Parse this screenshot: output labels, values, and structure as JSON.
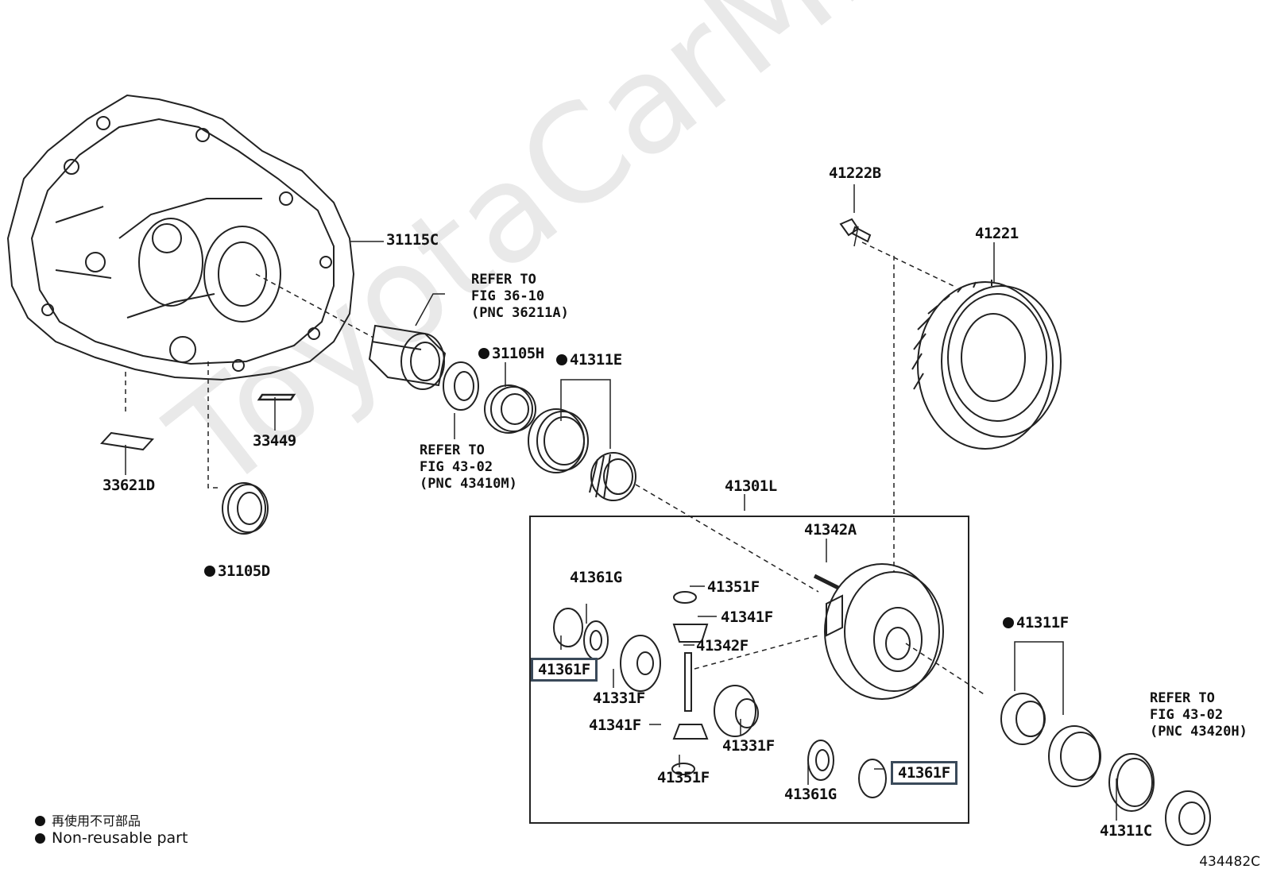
{
  "watermark": "ToyotaCarMine.ru",
  "figure_number": "434482C",
  "legend": {
    "line_jp": "再使用不可部品",
    "line_en": "Non-reusable part"
  },
  "parts": {
    "p31115C": "31115C",
    "p33621D": "33621D",
    "p33449": "33449",
    "p31105D": "31105D",
    "p31105H": "31105H",
    "p41311E": "41311E",
    "p41222B": "41222B",
    "p41221": "41221",
    "p41301L": "41301L",
    "p41342A": "41342A",
    "p41361G_top": "41361G",
    "p41351F_top": "41351F",
    "p41341F_top": "41341F",
    "p41342F": "41342F",
    "p41361F_left": "41361F",
    "p41331F_left": "41331F",
    "p41341F_bottom": "41341F",
    "p41331F_right": "41331F",
    "p41351F_bottom": "41351F",
    "p41361G_bottom": "41361G",
    "p41361F_right": "41361F",
    "p41311F": "41311F",
    "p41311C": "41311C"
  },
  "refs": {
    "ref_36_10": "REFER TO\nFIG 36-10\n(PNC 36211A)",
    "ref_43_02_a": "REFER TO\nFIG 43-02\n(PNC 43410M)",
    "ref_43_02_b": "REFER TO\nFIG 43-02\n(PNC 43420H)"
  }
}
